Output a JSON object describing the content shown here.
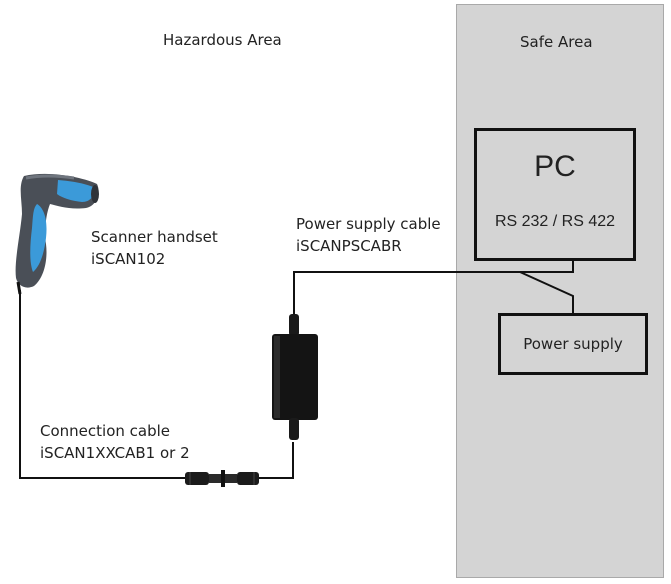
{
  "areas": {
    "hazardous": "Hazardous Area",
    "safe": "Safe Area"
  },
  "pc": {
    "title": "PC",
    "ports": "RS 232 / RS 422"
  },
  "power_supply": {
    "label": "Power supply"
  },
  "scanner": {
    "name": "Scanner handset",
    "model": "iSCAN102"
  },
  "power_cable": {
    "name": "Power supply cable",
    "model": "iSCANPSCABR"
  },
  "connection_cable": {
    "name": "Connection cable",
    "model": "iSCAN1XXCAB1 or 2"
  },
  "colors": {
    "safe_area_fill": "#d4d4d4",
    "scanner_body": "#4a4f57",
    "scanner_accent": "#3b9ad9",
    "cable": "#111111"
  }
}
